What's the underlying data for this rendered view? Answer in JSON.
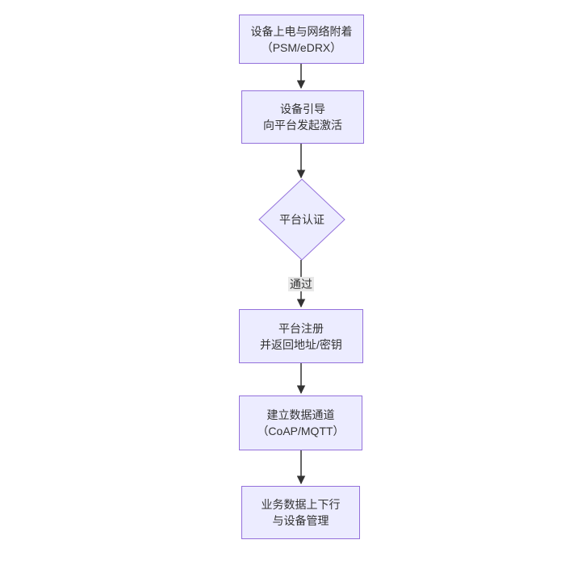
{
  "diagram": {
    "type": "flowchart",
    "direction": "top-down",
    "colors": {
      "background": "#ffffff",
      "node_fill": "#ECECFF",
      "node_border": "#9370DB",
      "edge_line": "#333333",
      "edge_label_background": "#e8e8e8",
      "text": "#333333"
    },
    "nodes": [
      {
        "id": "power-attach",
        "shape": "rect",
        "lines": [
          "设备上电与网络附着",
          "（PSM/eDRX）"
        ]
      },
      {
        "id": "bootstrap",
        "shape": "rect",
        "lines": [
          "设备引导",
          "向平台发起激活"
        ]
      },
      {
        "id": "platform-auth",
        "shape": "diamond",
        "lines": [
          "平台认证"
        ]
      },
      {
        "id": "platform-register",
        "shape": "rect",
        "lines": [
          "平台注册",
          "并返回地址/密钥"
        ]
      },
      {
        "id": "data-channel",
        "shape": "rect",
        "lines": [
          "建立数据通道",
          "（CoAP/MQTT）"
        ]
      },
      {
        "id": "business-data",
        "shape": "rect",
        "lines": [
          "业务数据上下行",
          "与设备管理"
        ]
      }
    ],
    "edges": [
      {
        "from": "power-attach",
        "to": "bootstrap",
        "label": ""
      },
      {
        "from": "bootstrap",
        "to": "platform-auth",
        "label": ""
      },
      {
        "from": "platform-auth",
        "to": "platform-register",
        "label": "通过"
      },
      {
        "from": "platform-register",
        "to": "data-channel",
        "label": ""
      },
      {
        "from": "data-channel",
        "to": "business-data",
        "label": ""
      }
    ]
  }
}
